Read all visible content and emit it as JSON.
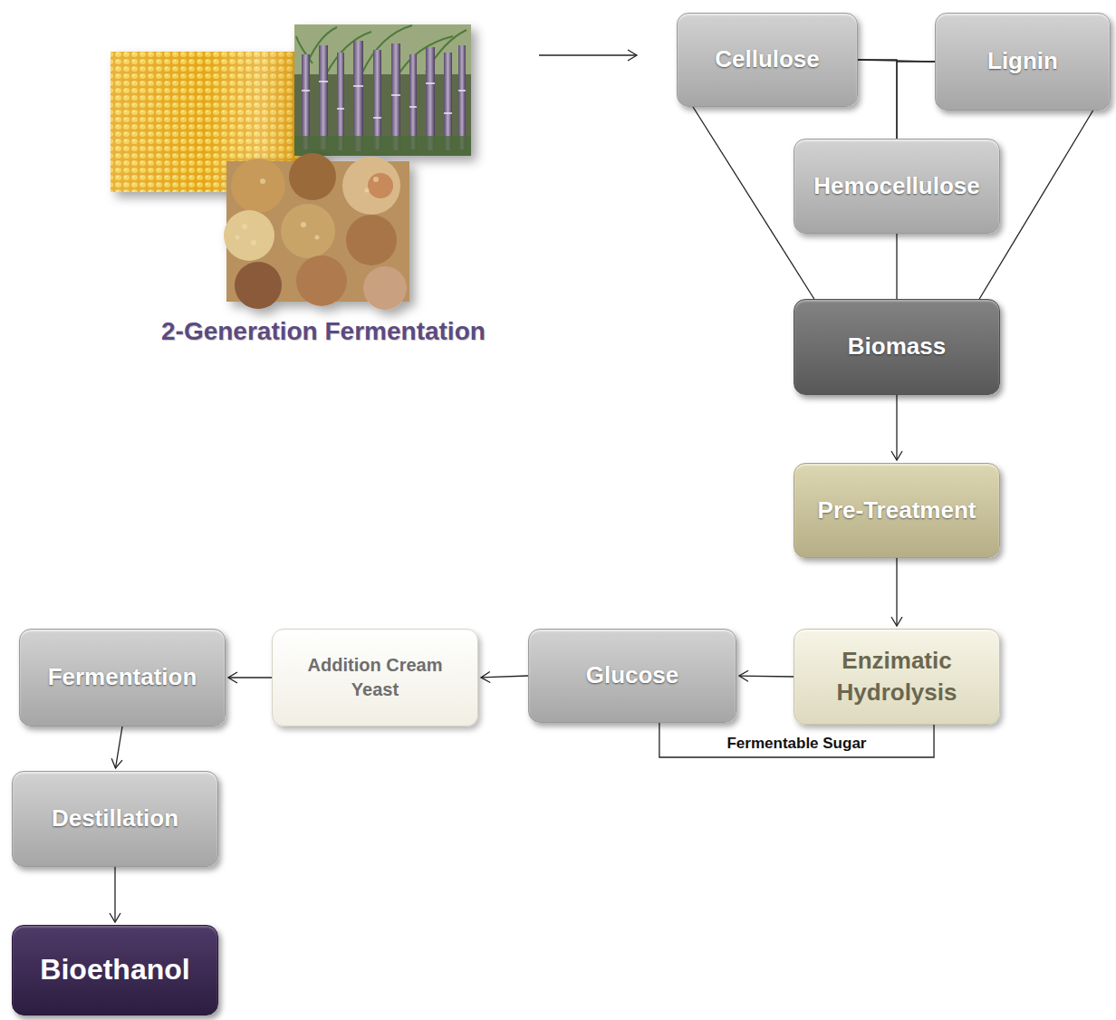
{
  "diagram": {
    "nodes": [
      {
        "text": [
          "Cellulose"
        ]
      },
      {
        "text": [
          "Lignin"
        ]
      },
      {
        "text": [
          "Hemocellulose"
        ]
      },
      {
        "text": [
          "Biomass"
        ]
      },
      {
        "text": [
          "Pre-Treatment"
        ]
      },
      {
        "text": [
          "Enzimatic Hydrolysis"
        ]
      },
      {
        "text": [
          "Glucose"
        ]
      },
      {
        "text": [
          "Addition Cream Yeast"
        ]
      },
      {
        "text": [
          "Fermentation"
        ]
      },
      {
        "text": [
          "Destillation"
        ]
      },
      {
        "text": [
          "Bioethanol"
        ]
      }
    ],
    "edges": [
      {
        "from": 0,
        "to": 1,
        "arrow": "none"
      },
      {
        "from": 0,
        "to": 2,
        "arrow": "none"
      },
      {
        "from": 1,
        "to": 2,
        "arrow": "none"
      },
      {
        "from": 0,
        "to": 3,
        "arrow": "none"
      },
      {
        "from": 2,
        "to": 3,
        "arrow": "none"
      },
      {
        "from": 1,
        "to": 3,
        "arrow": "none"
      },
      {
        "from": 3,
        "to": 4,
        "arrow": "to"
      },
      {
        "from": 4,
        "to": 5,
        "arrow": "to"
      },
      {
        "from": 5,
        "to": 6,
        "arrow": "to"
      },
      {
        "from": 6,
        "to": 7,
        "arrow": "to"
      },
      {
        "from": 7,
        "to": 8,
        "arrow": "to"
      },
      {
        "from": 8,
        "to": 9,
        "arrow": "to"
      },
      {
        "from": 9,
        "to": 10,
        "arrow": "to"
      },
      {
        "from": 6,
        "to": 5,
        "label": "Fermentable Sugar",
        "arrow": "none"
      }
    ],
    "labels": [
      "2-Generation Fermentation"
    ]
  }
}
